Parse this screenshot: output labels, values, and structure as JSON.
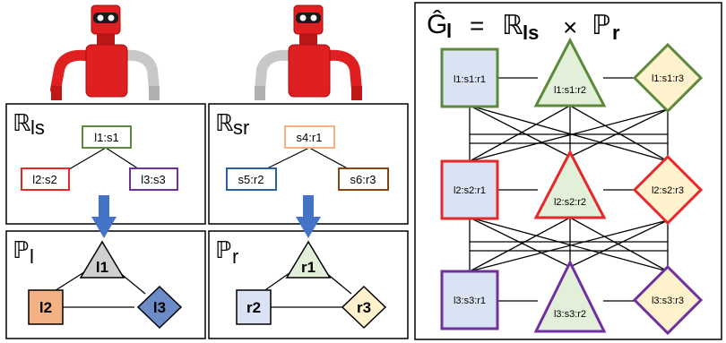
{
  "panels": {
    "r_ls": {
      "title_symbol": "ℝ",
      "title_sub": "ls",
      "nodes": [
        "l1:s1",
        "l2:s2",
        "l3:s3"
      ]
    },
    "r_sr": {
      "title_symbol": "ℝ",
      "title_sub": "sr",
      "nodes": [
        "s4:r1",
        "s5:r2",
        "s6:r3"
      ]
    },
    "p_l": {
      "title_symbol": "ℙ",
      "title_sub": "l",
      "nodes": [
        "l1",
        "l2",
        "l3"
      ]
    },
    "p_r": {
      "title_symbol": "ℙ",
      "title_sub": "r",
      "nodes": [
        "r1",
        "r2",
        "r3"
      ]
    },
    "product": {
      "title_g": "Ĝ",
      "title_g_sub": "l",
      "title_eq": "=",
      "title_r": "ℝ",
      "title_r_sub": "ls",
      "title_x": "×",
      "title_p": "ℙ",
      "title_p_sub": "r",
      "nodes": [
        "l1:s1:r1",
        "l1:s1:r2",
        "l1:s1:r3",
        "l2:s2:r1",
        "l2:s2:r2",
        "l2:s2:r3",
        "l3:s3:r1",
        "l3:s3:r2",
        "l3:s3:r3"
      ]
    }
  },
  "colors": {
    "green": "#5b8a3a",
    "red": "#e8272a",
    "purple": "#7030a0",
    "blue_border": "#2e5fa5",
    "brown": "#8b4513",
    "peach": "#f4b183",
    "arrow": "#4472c4",
    "light_blue": "#dae3f3",
    "light_green": "#e2f0d9",
    "light_yellow": "#fff2cc",
    "l1_gray": "#d0d0d0",
    "l3_blue": "#6b8cc9",
    "robot_red": "#e02020",
    "robot_gray": "#c8c8c8"
  }
}
